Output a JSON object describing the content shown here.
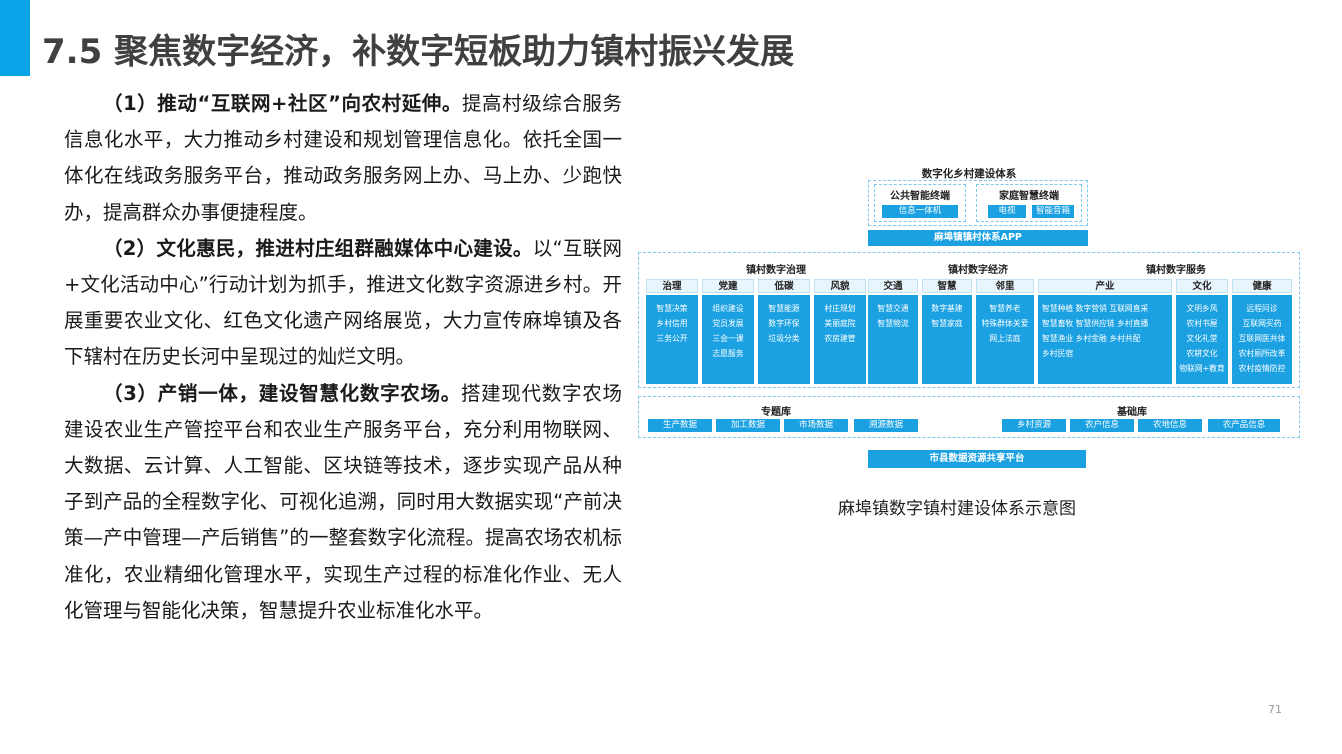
{
  "title": "7.5 聚焦数字经济，补数字短板助力镇村振兴发展",
  "paragraphs": [
    {
      "bold": "（1）推动“互联网+社区”向农村延伸。",
      "text": "提高村级综合服务信息化水平，大力推动乡村建设和规划管理信息化。依托全国一体化在线政务服务平台，推动政务服务网上办、马上办、少跑快办，提高群众办事便捷程度。"
    },
    {
      "bold": "（2）文化惠民，推进村庄组群融媒体中心建设。",
      "text": "以“互联网+文化活动中心”行动计划为抓手，推进文化数字资源进乡村。开展重要农业文化、红色文化遗产网络展览，大力宣传麻埠镇及各下辖村在历史长河中呈现过的灿烂文明。"
    },
    {
      "bold": "（3）产销一体，建设智慧化数字农场。",
      "text": "搭建现代数字农场建设农业生产管控平台和农业生产服务平台，充分利用物联网、大数据、云计算、人工智能、区块链等技术，逐步实现产品从种子到产品的全程数字化、可视化追溯，同时用大数据实现“产前决策—产中管理—产后销售”的一整套数字化流程。提高农场农机标准化，农业精细化管理水平，实现生产过程的标准化作业、无人化管理与智能化决策，智慧提升农业标准化水平。"
    }
  ],
  "diagram": {
    "title": "数字化乡村建设体系",
    "public_terminal": {
      "label": "公共智能终端",
      "items": [
        "信息一体机"
      ]
    },
    "home_terminal": {
      "label": "家庭智慧终端",
      "items": [
        "电视",
        "智能音箱"
      ]
    },
    "app_bar": "麻埠镇镇村体系APP",
    "groups": [
      "镇村数字治理",
      "镇村数字经济",
      "镇村数字服务"
    ],
    "categories": [
      {
        "name": "治理",
        "items": [
          "智慧决策",
          "乡村信用",
          "三务公开"
        ]
      },
      {
        "name": "党建",
        "items": [
          "组织建设",
          "党员发展",
          "三会一课",
          "志愿服务"
        ]
      },
      {
        "name": "低碳",
        "items": [
          "智慧能源",
          "数字环保",
          "垃圾分类"
        ]
      },
      {
        "name": "风貌",
        "items": [
          "村庄规划",
          "美丽庭院",
          "农房建管"
        ]
      },
      {
        "name": "交通",
        "items": [
          "智慧交通",
          "智慧物流"
        ]
      },
      {
        "name": "智慧",
        "items": [
          "数字基建",
          "智慧家庭"
        ]
      },
      {
        "name": "邻里",
        "items": [
          "智慧养老",
          "特殊群体关爱",
          "网上法庭"
        ]
      },
      {
        "name": "产业",
        "items": [
          "智慧种植  数字营销  互联网直采",
          "智慧畜牧  智慧供应链  乡村直播",
          "智慧渔业  乡村金融  乡村共配",
          "乡村民宿"
        ]
      },
      {
        "name": "文化",
        "items": [
          "文明乡风",
          "农村书屋",
          "文化礼堂",
          "农耕文化",
          "物联网+教育"
        ]
      },
      {
        "name": "健康",
        "items": [
          "远程问诊",
          "互联网买药",
          "互联网医共体",
          "农村厕所改革",
          "农村疫情防控"
        ]
      }
    ],
    "topic_db": {
      "label": "专题库",
      "items": [
        "生产数据",
        "加工数据",
        "市场数据",
        "溯源数据"
      ]
    },
    "base_db": {
      "label": "基础库",
      "items": [
        "乡村资源",
        "农户信息",
        "农地信息",
        "农产品信息"
      ]
    },
    "platform_bar": "市县数据资源共享平台"
  },
  "caption": "麻埠镇数字镇村建设体系示意图",
  "page_number": "71"
}
